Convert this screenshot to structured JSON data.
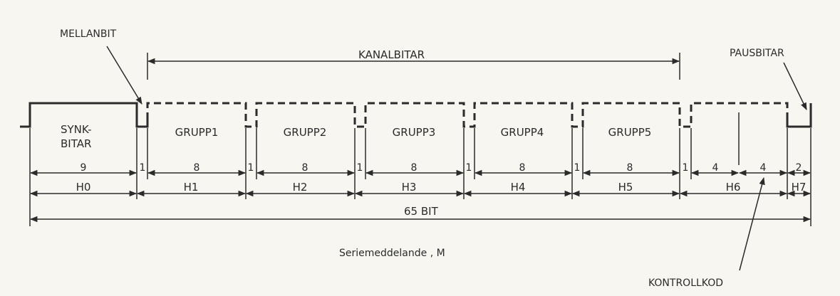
{
  "labels": {
    "mellanbit": "MELLANBIT",
    "kanalbitar": "KANALBITAR",
    "pausbitar": "PAUSBITAR",
    "kontrollkod": "KONTROLLKOD",
    "synk_line1": "SYNK-",
    "synk_line2": "BITAR",
    "total": "65 BIT",
    "caption": "Seriemeddelande , M"
  },
  "groups": [
    "GRUPP1",
    "GRUPP2",
    "GRUPP3",
    "GRUPP4",
    "GRUPP5"
  ],
  "bit_counts": [
    "9",
    "1",
    "8",
    "1",
    "8",
    "1",
    "8",
    "1",
    "8",
    "1",
    "8",
    "1",
    "4",
    "4",
    "2"
  ],
  "h_labels": [
    "H0",
    "H1",
    "H2",
    "H3",
    "H4",
    "H5",
    "H6",
    "H7"
  ],
  "colors": {
    "ink": "#2b2b2b",
    "paper": "#f7f6f1"
  }
}
